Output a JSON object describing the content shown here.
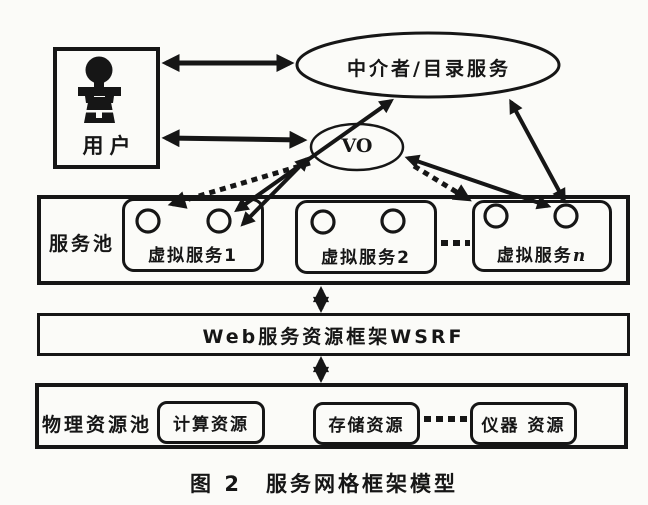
{
  "figure": {
    "caption": "图 2　服务网格框架模型",
    "user": {
      "label": "用户"
    },
    "broker": {
      "label": "中介者/目录服务"
    },
    "vo": {
      "label": "VO"
    },
    "service_pool": {
      "label": "服务池",
      "services": [
        {
          "prefix": "虚拟服务",
          "suffix": "1"
        },
        {
          "prefix": "虚拟服务",
          "suffix": "2"
        },
        {
          "prefix": "虚拟服务",
          "suffix": "n"
        }
      ]
    },
    "wsrf": {
      "label": "Web服务资源框架WSRF"
    },
    "physical_pool": {
      "label": "物理资源池",
      "resources": [
        {
          "label": "计算资源"
        },
        {
          "label": "存储资源"
        },
        {
          "label": "仪器 资源"
        }
      ]
    },
    "colors": {
      "ink": "#161616",
      "paper": "#fbfbf8"
    }
  }
}
